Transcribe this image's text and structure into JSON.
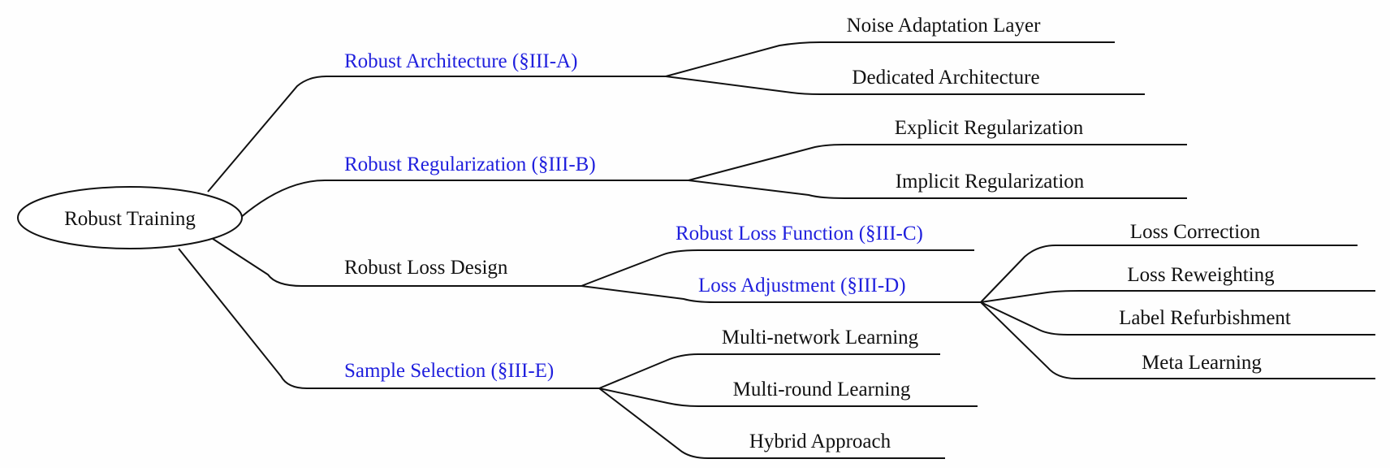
{
  "colors": {
    "line": "#111111",
    "section_link": "#1f1fdd",
    "text": "#111111"
  },
  "root": {
    "label": "Robust Training"
  },
  "branches": [
    {
      "name": "Robust Architecture",
      "ref": "(§III-A)",
      "leaves": [
        "Noise Adaptation Layer",
        "Dedicated Architecture"
      ]
    },
    {
      "name": "Robust Regularization",
      "ref": "(§III-B)",
      "leaves": [
        "Explicit Regularization",
        "Implicit Regularization"
      ]
    },
    {
      "label": "Robust Loss Design",
      "children": [
        {
          "name": "Robust Loss Function",
          "ref": "(§III-C)"
        },
        {
          "name": "Loss Adjustment",
          "ref": "(§III-D)",
          "leaves": [
            "Loss Correction",
            "Loss Reweighting",
            "Label Refurbishment",
            "Meta Learning"
          ]
        }
      ]
    },
    {
      "name": "Sample Selection",
      "ref": "(§III-E)",
      "leaves": [
        "Multi-network Learning",
        "Multi-round Learning",
        "Hybrid Approach"
      ]
    }
  ]
}
